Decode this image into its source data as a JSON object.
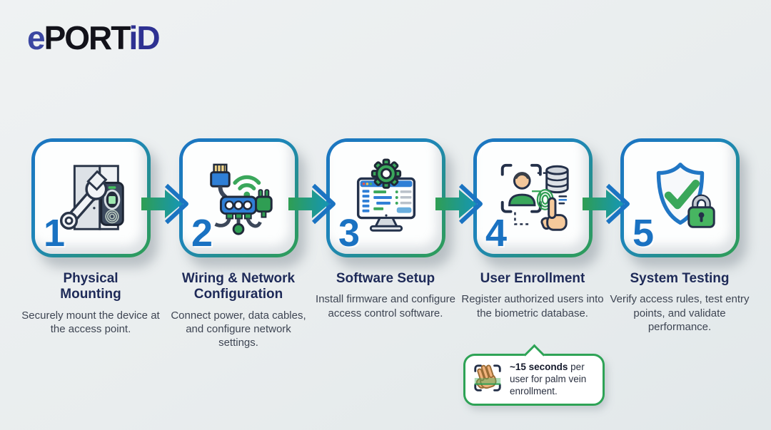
{
  "logo": {
    "e": "e",
    "port": "PORT",
    "id": "iD"
  },
  "steps": [
    {
      "number": "1",
      "title": "Physical Mounting",
      "description": "Securely mount the device at the access point.",
      "icon": "wrench-door-mounting-icon"
    },
    {
      "number": "2",
      "title": "Wiring & Network Configuration",
      "description": "Connect power, data cables, and configure network settings.",
      "icon": "cables-network-icon"
    },
    {
      "number": "3",
      "title": "Software Setup",
      "description": "Install firmware and configure access control software.",
      "icon": "monitor-gear-icon"
    },
    {
      "number": "4",
      "title": "User Enrollment",
      "description": "Register authorized users into the biometric database.",
      "icon": "biometric-enrollment-icon"
    },
    {
      "number": "5",
      "title": "System Testing",
      "description": "Verify access rules, test entry points, and validate performance.",
      "icon": "shield-check-lock-icon"
    }
  ],
  "callout": {
    "bold_text": "~15 seconds",
    "rest_text": " per user for palm vein enrollment.",
    "icon": "palm-scan-icon"
  },
  "colors": {
    "accent_blue": "#1b74c2",
    "accent_green": "#2f9e53",
    "navy": "#1e2a58",
    "logo_indigo": "#2e3192",
    "background": "#e9edee"
  }
}
